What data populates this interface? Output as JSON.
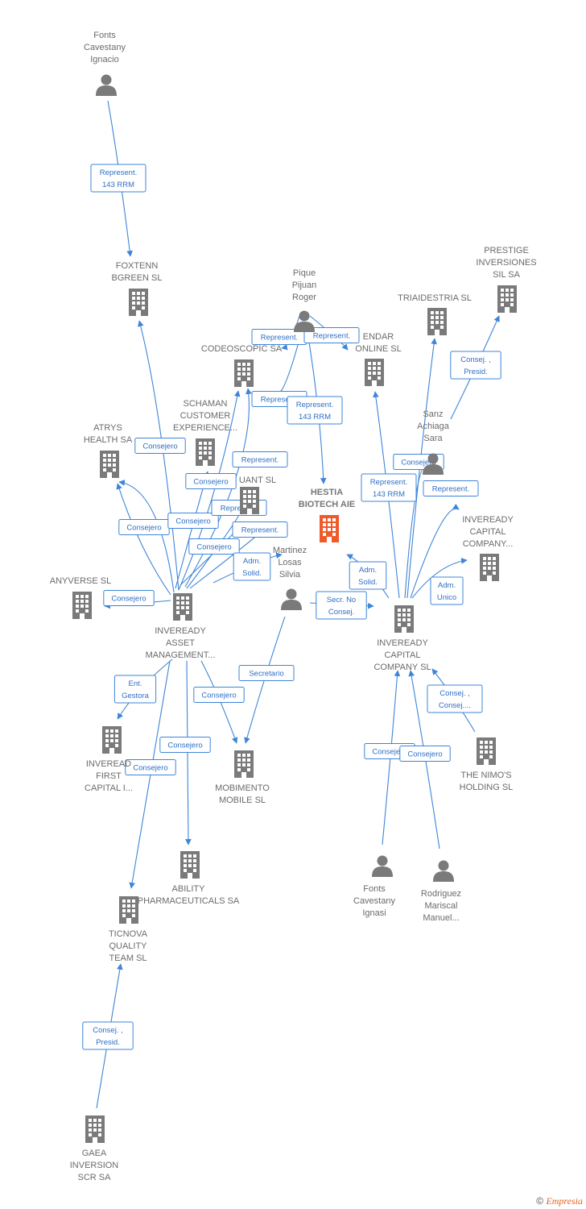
{
  "colors": {
    "edge": "#3d85d8",
    "node": "#7a7a7a",
    "main": "#ef5a2a"
  },
  "footer": {
    "copyright": "©",
    "brand": "Empresia"
  },
  "nodes": [
    {
      "id": "fonts_ignacio",
      "type": "person",
      "label": [
        "Fonts",
        "Cavestany",
        "Ignacio"
      ]
    },
    {
      "id": "foxtenn",
      "type": "company",
      "label": [
        "FOXTENN",
        "BGREEN SL"
      ]
    },
    {
      "id": "pique",
      "type": "person",
      "label": [
        "Pique",
        "Pijuan",
        "Roger"
      ]
    },
    {
      "id": "prestige",
      "type": "company",
      "label": [
        "PRESTIGE",
        "INVERSIONES",
        "SIL SA"
      ]
    },
    {
      "id": "triaidestria",
      "type": "company",
      "label": [
        "TRIAIDESTRIA SL"
      ]
    },
    {
      "id": "codeoscopic",
      "type": "company",
      "label": [
        "CODEOSCOPIC SA"
      ]
    },
    {
      "id": "endar",
      "type": "company",
      "label": [
        "ENDAR",
        "ONLINE SL"
      ]
    },
    {
      "id": "schaman",
      "type": "company",
      "label": [
        "SCHAMAN",
        "CUSTOMER",
        "EXPERIENCE..."
      ]
    },
    {
      "id": "atrys",
      "type": "company",
      "label": [
        "ATRYS",
        "HEALTH SA"
      ]
    },
    {
      "id": "sanz",
      "type": "person",
      "label": [
        "Sanz",
        "Achiaga",
        "Sara"
      ]
    },
    {
      "id": "quant",
      "type": "company",
      "label": [
        "UANT SL"
      ]
    },
    {
      "id": "hestia",
      "type": "main",
      "label": [
        "HESTIA",
        "BIOTECH AIE"
      ]
    },
    {
      "id": "invercap_top",
      "type": "company",
      "label": [
        "INVEREADY",
        "CAPITAL",
        "COMPANY..."
      ]
    },
    {
      "id": "martinez",
      "type": "person",
      "label": [
        "Martinez",
        "Losas",
        "Silvia"
      ]
    },
    {
      "id": "anyverse",
      "type": "company",
      "label": [
        "ANYVERSE SL"
      ]
    },
    {
      "id": "invasset",
      "type": "company",
      "label": [
        "INVEREADY",
        "ASSET",
        "MANAGEMENT..."
      ]
    },
    {
      "id": "invercap_sl",
      "type": "company",
      "label": [
        "INVEREADY",
        "CAPITAL",
        "COMPANY SL"
      ]
    },
    {
      "id": "invfirst",
      "type": "company",
      "label": [
        "INVEREAD",
        "FIRST",
        "CAPITAL I..."
      ]
    },
    {
      "id": "mobimento",
      "type": "company",
      "label": [
        "MOBIMENTO",
        "MOBILE SL"
      ]
    },
    {
      "id": "nimos",
      "type": "company",
      "label": [
        "THE NIMO'S",
        "HOLDING SL"
      ]
    },
    {
      "id": "ability",
      "type": "company",
      "label": [
        "ABILITY",
        "PHARMACEUTICALS SA"
      ]
    },
    {
      "id": "fonts_ignasi",
      "type": "person",
      "label": [
        "Fonts",
        "Cavestany",
        "Ignasi"
      ]
    },
    {
      "id": "rodriguez",
      "type": "person",
      "label": [
        "Rodriguez",
        "Mariscal",
        "Manuel..."
      ]
    },
    {
      "id": "ticnova",
      "type": "company",
      "label": [
        "TICNOVA",
        "QUALITY",
        "TEAM SL"
      ]
    },
    {
      "id": "gaea",
      "type": "company",
      "label": [
        "GAEA",
        "INVERSION",
        "SCR SA"
      ]
    }
  ],
  "edges": [
    {
      "from": "fonts_ignacio",
      "to": "foxtenn",
      "label": [
        "Represent.",
        "143 RRM"
      ]
    },
    {
      "from": "pique",
      "to": "codeoscopic",
      "label": [
        "Represent."
      ]
    },
    {
      "from": "pique",
      "to": "endar",
      "label": [
        "Represent."
      ]
    },
    {
      "from": "pique",
      "to": "codeoscopic",
      "label": [
        "Represent."
      ]
    },
    {
      "from": "pique",
      "to": "hestia",
      "label": [
        "Represent.",
        "143 RRM"
      ]
    },
    {
      "from": "sanz",
      "to": "prestige",
      "label": [
        "Consej. ,",
        "Presid."
      ]
    },
    {
      "from": "invasset",
      "to": "atrys",
      "label": [
        "Consejero"
      ]
    },
    {
      "from": "invasset",
      "to": "atrys",
      "label": [
        "Consejero"
      ]
    },
    {
      "from": "invasset",
      "to": "codeoscopic",
      "label": [
        "Consejero"
      ]
    },
    {
      "from": "invasset",
      "to": "schaman",
      "label": [
        "Consejero"
      ]
    },
    {
      "from": "invasset",
      "to": "quant",
      "label": [
        "Consejero"
      ]
    },
    {
      "from": "invasset",
      "to": "codeoscopic",
      "label": [
        "Represent."
      ]
    },
    {
      "from": "invasset",
      "to": "schaman",
      "label": [
        "Represent."
      ]
    },
    {
      "from": "invasset",
      "to": "quant",
      "label": [
        "Represent."
      ]
    },
    {
      "from": "invasset",
      "to": "martinez",
      "label": [
        "Adm.",
        "Solid."
      ]
    },
    {
      "from": "invasset",
      "to": "anyverse",
      "label": [
        "Consejero"
      ]
    },
    {
      "from": "invasset",
      "to": "foxtenn",
      "label": []
    },
    {
      "from": "invercap_sl",
      "to": "endar",
      "label": [
        "Represent.",
        "143 RRM"
      ]
    },
    {
      "from": "invercap_sl",
      "to": "sanz",
      "label": [
        "Consejero"
      ]
    },
    {
      "from": "invercap_sl",
      "to": "triaidestria",
      "label": [
        "Consejero"
      ]
    },
    {
      "from": "invercap_sl",
      "to": "invercap_top",
      "label": [
        "Represent."
      ]
    },
    {
      "from": "invercap_sl",
      "to": "hestia",
      "label": [
        "Adm.",
        "Solid."
      ]
    },
    {
      "from": "invercap_sl",
      "to": "invercap_top",
      "label": [
        "Adm.",
        "Unico"
      ]
    },
    {
      "from": "martinez",
      "to": "invercap_sl",
      "label": [
        "Secr.  No",
        "Consej."
      ]
    },
    {
      "from": "martinez",
      "to": "mobimento",
      "label": [
        "Secretario"
      ]
    },
    {
      "from": "invasset",
      "to": "mobimento",
      "label": [
        "Consejero"
      ]
    },
    {
      "from": "invasset",
      "to": "invfirst",
      "label": [
        "Ent.",
        "Gestora"
      ]
    },
    {
      "from": "invasset",
      "to": "ability",
      "label": [
        "Consejero"
      ]
    },
    {
      "from": "invasset",
      "to": "ticnova",
      "label": [
        "Consejero"
      ]
    },
    {
      "from": "nimos",
      "to": "invercap_sl",
      "label": [
        "Consej. ,",
        "Consej...."
      ]
    },
    {
      "from": "fonts_ignasi",
      "to": "invercap_sl",
      "label": [
        "Consejero"
      ]
    },
    {
      "from": "rodriguez",
      "to": "invercap_sl",
      "label": [
        "Consejero"
      ]
    },
    {
      "from": "gaea",
      "to": "ticnova",
      "label": [
        "Consej. ,",
        "Presid."
      ]
    }
  ]
}
